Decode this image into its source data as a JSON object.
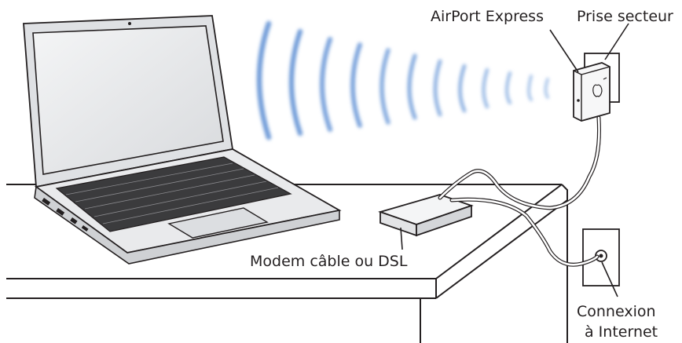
{
  "labels": {
    "airport_express": "AirPort Express",
    "power_outlet": "Prise secteur",
    "modem": "Modem câble ou DSL",
    "internet_line1": "Connexion",
    "internet_line2": "à Internet"
  },
  "colors": {
    "wave": "#6f9bd8",
    "line": "#231f20",
    "laptop_body": "#e9eaec",
    "keyboard": "#3b3b3d"
  }
}
